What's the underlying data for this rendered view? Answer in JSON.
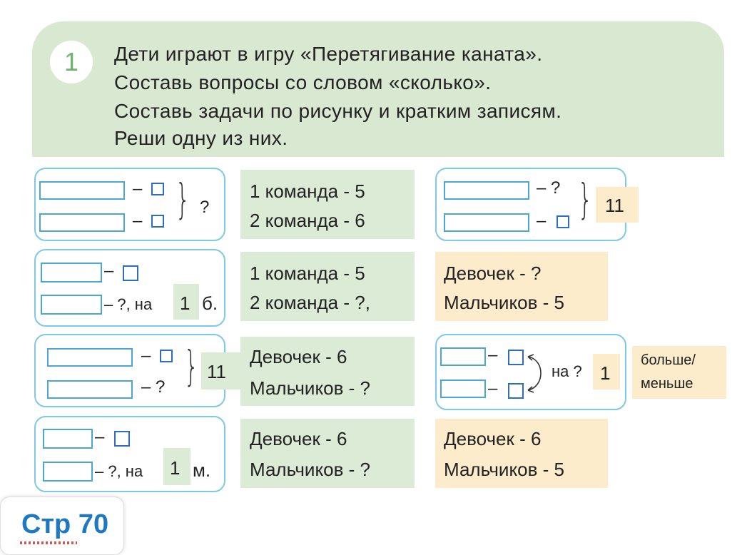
{
  "task": {
    "number": "1",
    "lines": [
      "Дети играют в игру «Перетягивание каната».",
      "Составь вопросы со словом «сколько».",
      "Составь задачи по рисунку и кратким записям.",
      "Реши одну из них."
    ]
  },
  "schemes": {
    "a": {
      "dash1": "–",
      "dash2": "–",
      "question": "?"
    },
    "b": {
      "row1": "–",
      "row2": "– ?, на",
      "value": "1",
      "unit": "б."
    },
    "c": {
      "row1": "–",
      "row2": "– ?",
      "total": "11"
    },
    "d": {
      "row1": "–",
      "row2": "– ?, на",
      "value": "1",
      "unit": "м."
    },
    "e": {
      "row1": "– ?",
      "row2": "–",
      "total": "11"
    },
    "f": {
      "dash1": "–",
      "dash2": "–",
      "label": "на ?",
      "value": "1",
      "note": [
        "больше/",
        "меньше"
      ]
    }
  },
  "notes": {
    "n1": [
      "1 команда - 5",
      "2 команда - 6"
    ],
    "n2": [
      "1 команда - 5",
      "2 команда - ?,"
    ],
    "n3": [
      "Девочек - 6",
      "Мальчиков - ?"
    ],
    "n4": [
      "Девочек - 6",
      "Мальчиков - ?"
    ],
    "n5": [
      "Девочек - ?",
      "Мальчиков - 5"
    ],
    "n6": [
      "Девочек - 6",
      "Мальчиков - 5"
    ]
  },
  "page_label": "Стр 70",
  "colors": {
    "panel": "#d9e8d1",
    "green_note": "#dcebd6",
    "peach_note": "#fdeccb",
    "border": "#7ec8e8",
    "page_label": "#1e79c1"
  }
}
